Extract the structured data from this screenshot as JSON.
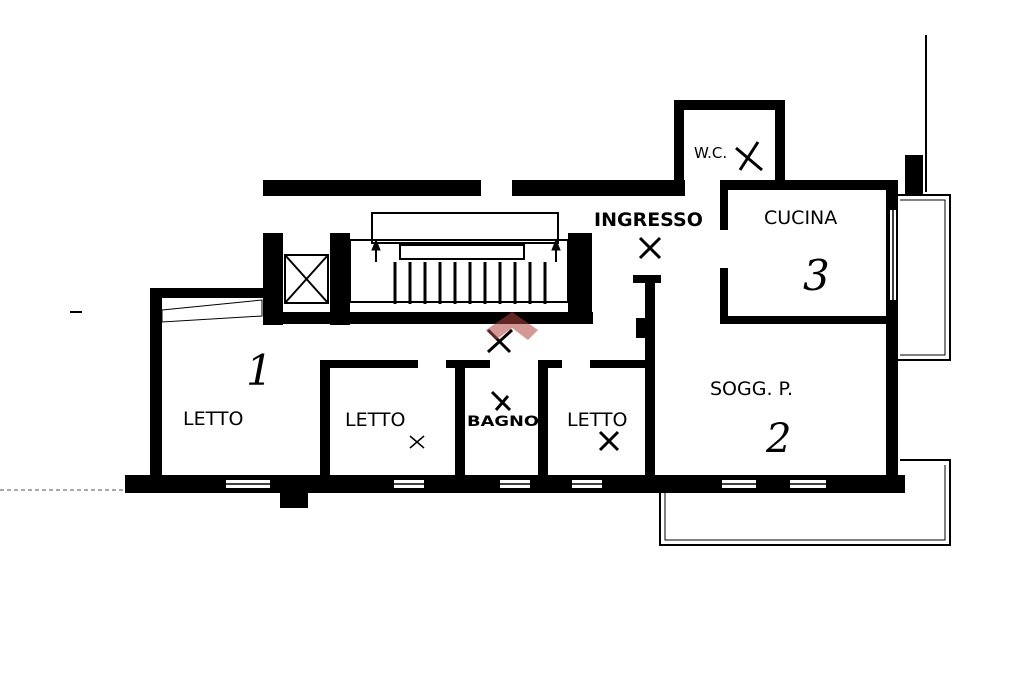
{
  "plan": {
    "rooms": {
      "wc": "W.C.",
      "ingresso": "INGRESSO",
      "cucina": "CUCINA",
      "cucina_num": "3",
      "letto1": "LETTO",
      "letto1_num": "1",
      "letto2": "LETTO",
      "bagno": "BAGNO",
      "letto3": "LETTO",
      "soggiorno": "SOGG. P.",
      "soggiorno_num": "2"
    },
    "colors": {
      "wall": "#000000",
      "background": "#ffffff",
      "watermark": "#b0453c"
    }
  }
}
